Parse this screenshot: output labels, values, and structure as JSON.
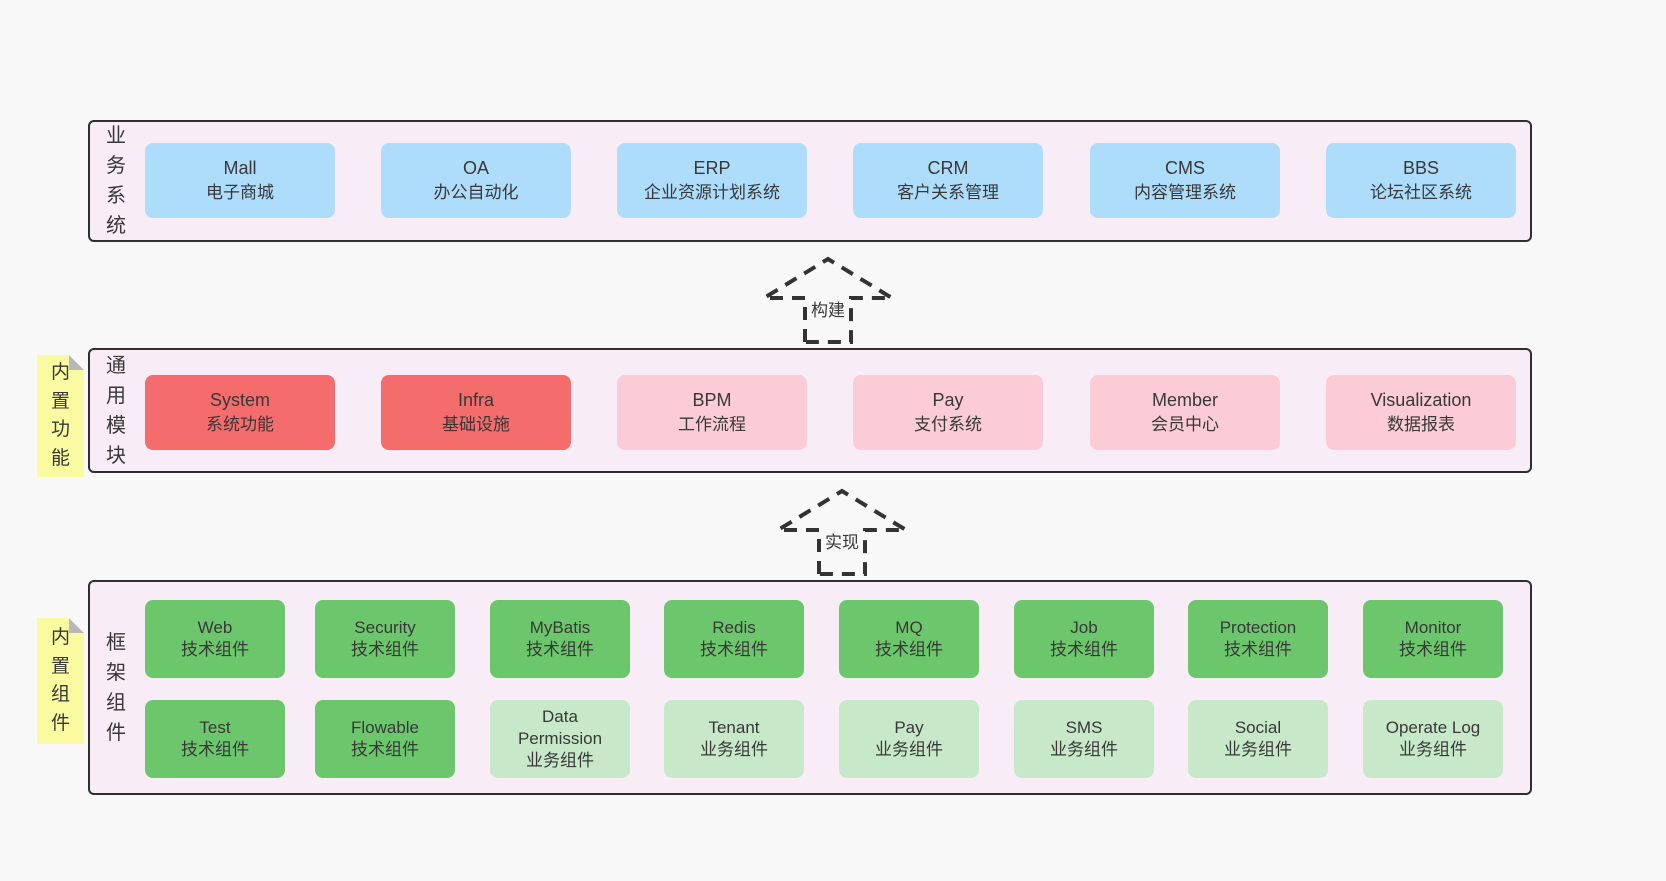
{
  "colors": {
    "pageBg": "#f8f8f8",
    "bandBg": "#f8edf6",
    "border": "#2f2f2f",
    "blue": "#aeddfb",
    "red": "#f56c6c",
    "pink": "#fbccd5",
    "green": "#6cc76c",
    "lightGreen": "#c8e9c9",
    "yellow": "#fafaa0",
    "fold": "#b8b8b8",
    "text": "#383838"
  },
  "arrows": {
    "build": "构建",
    "implement": "实现"
  },
  "band1": {
    "label": "业务系统",
    "boxes": [
      {
        "en": "Mall",
        "zh": "电子商城",
        "variant": "blue"
      },
      {
        "en": "OA",
        "zh": "办公自动化",
        "variant": "blue"
      },
      {
        "en": "ERP",
        "zh": "企业资源计划系统",
        "variant": "blue"
      },
      {
        "en": "CRM",
        "zh": "客户关系管理",
        "variant": "blue"
      },
      {
        "en": "CMS",
        "zh": "内容管理系统",
        "variant": "blue"
      },
      {
        "en": "BBS",
        "zh": "论坛社区系统",
        "variant": "blue"
      }
    ]
  },
  "band2": {
    "label": "通用模块",
    "sticky": "内置功能",
    "boxes": [
      {
        "en": "System",
        "zh": "系统功能",
        "variant": "red"
      },
      {
        "en": "Infra",
        "zh": "基础设施",
        "variant": "red"
      },
      {
        "en": "BPM",
        "zh": "工作流程",
        "variant": "pink"
      },
      {
        "en": "Pay",
        "zh": "支付系统",
        "variant": "pink"
      },
      {
        "en": "Member",
        "zh": "会员中心",
        "variant": "pink"
      },
      {
        "en": "Visualization",
        "zh": "数据报表",
        "variant": "pink"
      }
    ]
  },
  "band3": {
    "label": "框架组件",
    "sticky": "内置组件",
    "row1": [
      {
        "en": "Web",
        "zh": "技术组件",
        "variant": "green"
      },
      {
        "en": "Security",
        "zh": "技术组件",
        "variant": "green"
      },
      {
        "en": "MyBatis",
        "zh": "技术组件",
        "variant": "green"
      },
      {
        "en": "Redis",
        "zh": "技术组件",
        "variant": "green"
      },
      {
        "en": "MQ",
        "zh": "技术组件",
        "variant": "green"
      },
      {
        "en": "Job",
        "zh": "技术组件",
        "variant": "green"
      },
      {
        "en": "Protection",
        "zh": "技术组件",
        "variant": "green"
      },
      {
        "en": "Monitor",
        "zh": "技术组件",
        "variant": "green"
      }
    ],
    "row2": [
      {
        "en": "Test",
        "zh": "技术组件",
        "variant": "green"
      },
      {
        "en": "Flowable",
        "zh": "技术组件",
        "variant": "green"
      },
      {
        "en": "Data\nPermission",
        "zh": "业务组件",
        "variant": "lightGreen"
      },
      {
        "en": "Tenant",
        "zh": "业务组件",
        "variant": "lightGreen"
      },
      {
        "en": "Pay",
        "zh": "业务组件",
        "variant": "lightGreen"
      },
      {
        "en": "SMS",
        "zh": "业务组件",
        "variant": "lightGreen"
      },
      {
        "en": "Social",
        "zh": "业务组件",
        "variant": "lightGreen"
      },
      {
        "en": "Operate Log",
        "zh": "业务组件",
        "variant": "lightGreen"
      }
    ]
  }
}
